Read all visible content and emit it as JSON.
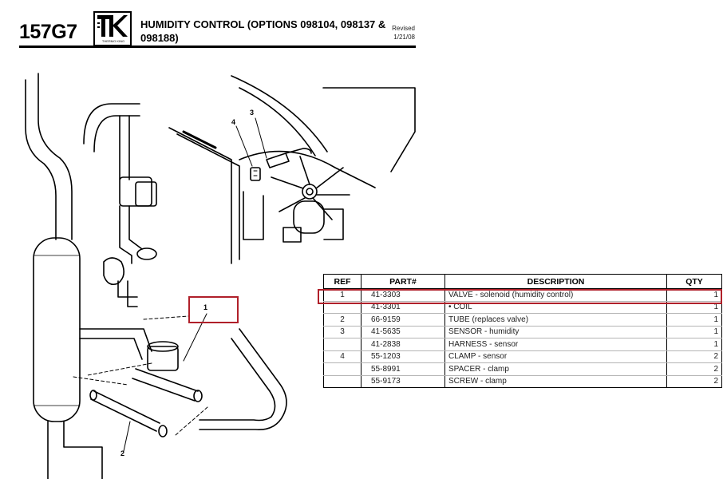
{
  "header": {
    "page_code": "157G7",
    "logo_subtext": "THERMO KING",
    "title": "HUMIDITY CONTROL (OPTIONS 098104, 098137 & 098188)",
    "revised_label": "Revised",
    "revised_date": "1/21/08"
  },
  "diagram": {
    "callouts": [
      "1",
      "2",
      "3",
      "4"
    ]
  },
  "table": {
    "columns": [
      "REF",
      "PART#",
      "DESCRIPTION",
      "QTY"
    ],
    "rows": [
      {
        "ref": "1",
        "part": "41-3303",
        "desc": "VALVE - solenoid (humidity control)",
        "qty": "1"
      },
      {
        "ref": "",
        "part": "41-3301",
        "desc": "• COIL",
        "qty": "1"
      },
      {
        "ref": "2",
        "part": "66-9159",
        "desc": "TUBE (replaces valve)",
        "qty": "1"
      },
      {
        "ref": "3",
        "part": "41-5635",
        "desc": "SENSOR - humidity",
        "qty": "1"
      },
      {
        "ref": "",
        "part": "41-2838",
        "desc": "HARNESS - sensor",
        "qty": "1"
      },
      {
        "ref": "4",
        "part": "55-1203",
        "desc": "CLAMP - sensor",
        "qty": "2"
      },
      {
        "ref": "",
        "part": "55-8991",
        "desc": "SPACER - clamp",
        "qty": "2"
      },
      {
        "ref": "",
        "part": "55-9173",
        "desc": "SCREW - clamp",
        "qty": "2"
      }
    ]
  },
  "colors": {
    "highlight": "#b0202a",
    "ink": "#000000"
  }
}
